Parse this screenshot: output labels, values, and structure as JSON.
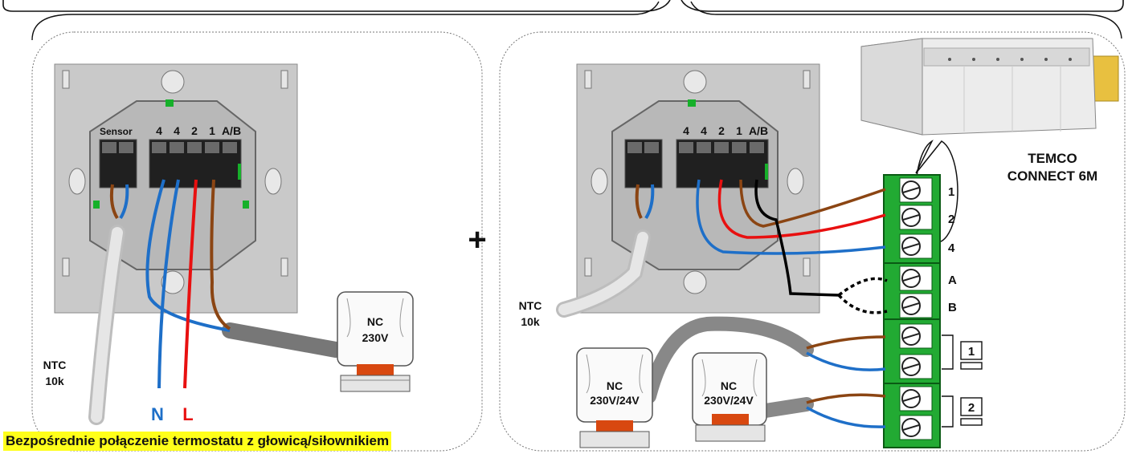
{
  "left_panel": {
    "sensor_label": "Sensor",
    "terminals": [
      "4",
      "4",
      "2",
      "1",
      "A/B"
    ],
    "ntc": [
      "NTC",
      "10k"
    ],
    "neutral": "N",
    "live": "L",
    "actuator": [
      "NC",
      "230V"
    ]
  },
  "plus": "+",
  "right_panel": {
    "terminals": [
      "4",
      "4",
      "2",
      "1",
      "A/B"
    ],
    "ntc": [
      "NTC",
      "10k"
    ],
    "module": [
      "TEMCO",
      "CONNECT 6M"
    ],
    "module_terminals": [
      "1",
      "2",
      "4",
      "A",
      "B"
    ],
    "actuator_1": [
      "NC",
      "230V/24V"
    ],
    "actuator_2": [
      "NC",
      "230V/24V"
    ],
    "zone_1": "1",
    "zone_2": "2"
  },
  "caption": "Bezpośrednie połączenie termostatu z głowicą/siłownikiem",
  "colors": {
    "brown": "#8b4513",
    "red": "#e81010",
    "blue": "#1e6fc8",
    "black": "#000000",
    "green": "#16b02a",
    "highlight": "#ffff1a"
  }
}
